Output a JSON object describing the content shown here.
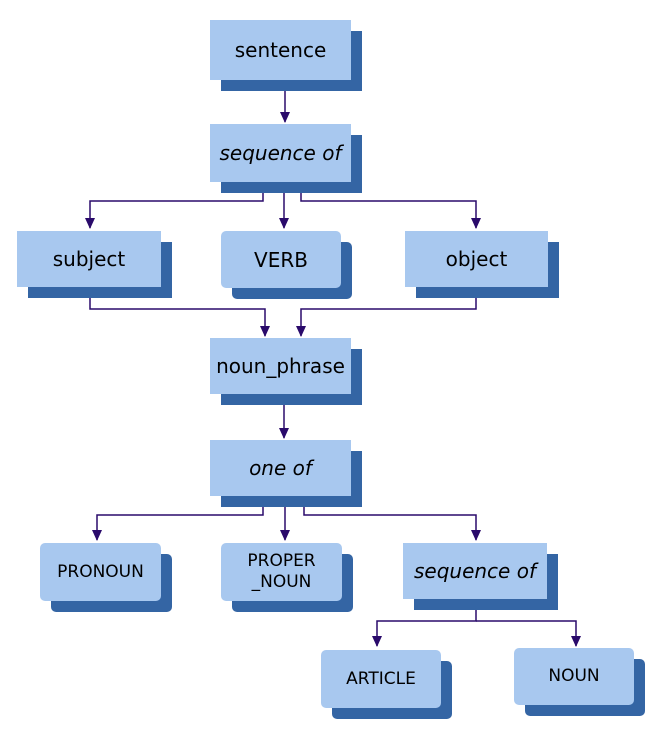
{
  "nodes": {
    "sentence": "sentence",
    "sequence_of_1": "sequence of",
    "subject": "subject",
    "verb": "VERB",
    "object": "object",
    "noun_phrase": "noun_phrase",
    "one_of": "one of",
    "pronoun": "PRONOUN",
    "proper_noun_line1": "PROPER",
    "proper_noun_line2": "_NOUN",
    "sequence_of_2": "sequence of",
    "article": "ARTICLE",
    "noun": "NOUN"
  },
  "colors": {
    "box_fill": "#a8c8ef",
    "box_shadow": "#3465a4",
    "connector": "#2a0a6b"
  }
}
